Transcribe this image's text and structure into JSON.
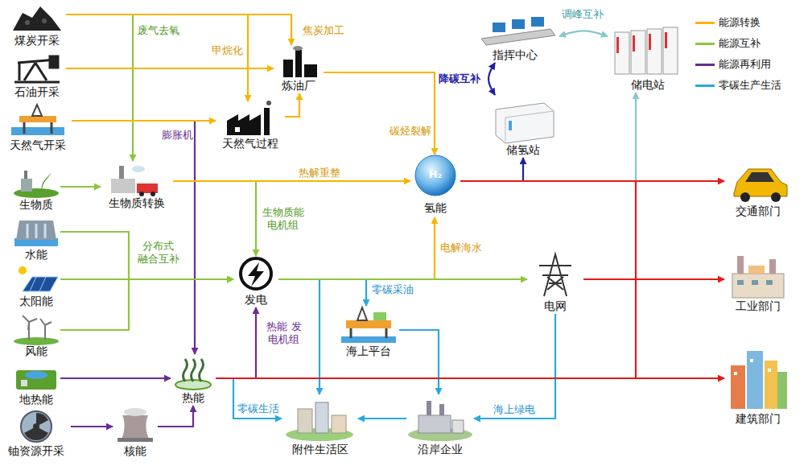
{
  "diagram": {
    "nodes": [
      {
        "text": [
          "煤炭开采"
        ]
      },
      {
        "text": [
          "石油开采"
        ]
      },
      {
        "text": [
          "天然气开采"
        ]
      },
      {
        "text": [
          "生物质"
        ]
      },
      {
        "text": [
          "水能"
        ]
      },
      {
        "text": [
          "太阳能"
        ]
      },
      {
        "text": [
          "风能"
        ]
      },
      {
        "text": [
          "地热能"
        ]
      },
      {
        "text": [
          "铀资源开采"
        ]
      },
      {
        "text": [
          "生物质转换"
        ]
      },
      {
        "text": [
          "天然气过程"
        ]
      },
      {
        "text": [
          "炼油厂"
        ]
      },
      {
        "text": [
          "发电"
        ]
      },
      {
        "text": [
          "热能"
        ]
      },
      {
        "text": [
          "核能"
        ]
      },
      {
        "text": [
          "H₂",
          "氢能"
        ]
      },
      {
        "text": [
          "指挥中心"
        ]
      },
      {
        "text": [
          "储氢站"
        ]
      },
      {
        "text": [
          "储电站"
        ]
      },
      {
        "text": [
          "电网"
        ]
      },
      {
        "text": [
          "海上平台"
        ]
      },
      {
        "text": [
          "附件生活区"
        ]
      },
      {
        "text": [
          "沿岸企业"
        ]
      },
      {
        "text": [
          "交通部门"
        ]
      },
      {
        "text": [
          "工业部门"
        ]
      },
      {
        "text": [
          "建筑部门"
        ]
      }
    ],
    "edges": [
      {
        "from": 0,
        "to": 11,
        "label": "焦炭加工",
        "arrow": "to"
      },
      {
        "from": 0,
        "to": 10,
        "label": "甲烷化",
        "arrow": "to"
      },
      {
        "from": 0,
        "to": 9,
        "label": "废气去氧",
        "arrow": "to"
      },
      {
        "from": 1,
        "to": 11,
        "arrow": "to"
      },
      {
        "from": 2,
        "to": 10,
        "arrow": "to"
      },
      {
        "from": 10,
        "to": 11,
        "arrow": "to"
      },
      {
        "from": 11,
        "to": 15,
        "label": "碳烃裂解",
        "arrow": "to"
      },
      {
        "from": 9,
        "to": 15,
        "label": "热解重整",
        "arrow": "to"
      },
      {
        "from": 3,
        "to": 9,
        "arrow": "to"
      },
      {
        "from": 9,
        "to": 12,
        "label": "生物质能 电机组",
        "arrow": "to"
      },
      {
        "from": 4,
        "to": 12,
        "arrow": "to"
      },
      {
        "from": 5,
        "to": 12,
        "label": "分布式 融合互补",
        "arrow": "to"
      },
      {
        "from": 6,
        "to": 12,
        "arrow": "to"
      },
      {
        "from": 12,
        "to": 19,
        "arrow": "to"
      },
      {
        "from": 12,
        "to": 15,
        "label": "电解海水",
        "arrow": "to"
      },
      {
        "from": 12,
        "to": 20,
        "label": "零碳采油",
        "arrow": "to"
      },
      {
        "from": 12,
        "to": 21,
        "arrow": "to"
      },
      {
        "from": 20,
        "to": 22,
        "arrow": "to"
      },
      {
        "from": 19,
        "to": 22,
        "label": "海上绿电",
        "arrow": "to"
      },
      {
        "from": 22,
        "to": 21,
        "arrow": "to"
      },
      {
        "from": 13,
        "to": 21,
        "label": "零碳生活",
        "arrow": "to"
      },
      {
        "from": 7,
        "to": 13,
        "arrow": "to"
      },
      {
        "from": 8,
        "to": 14,
        "arrow": "to"
      },
      {
        "from": 14,
        "to": 13,
        "arrow": "to"
      },
      {
        "from": 2,
        "to": 13,
        "label": "膨胀机",
        "arrow": "to"
      },
      {
        "from": 13,
        "to": 12,
        "label": "热能 发电机组",
        "arrow": "to"
      },
      {
        "from": 13,
        "to": 25,
        "arrow": "to"
      },
      {
        "from": 15,
        "to": 23,
        "arrow": "to"
      },
      {
        "from": 19,
        "to": 24,
        "arrow": "to"
      },
      {
        "from": 15,
        "to": 17,
        "arrow": "to"
      },
      {
        "from": 17,
        "to": 16,
        "label": "降碳互补",
        "arrow": "both"
      },
      {
        "from": 16,
        "to": 18,
        "label": "调峰互补",
        "arrow": "both"
      },
      {
        "from": 15,
        "to": 18,
        "arrow": "to"
      }
    ],
    "legend": [
      {
        "text": "能源转换"
      },
      {
        "text": "能源互补"
      },
      {
        "text": "能源再利用"
      },
      {
        "text": "零碳生产生活"
      }
    ]
  }
}
